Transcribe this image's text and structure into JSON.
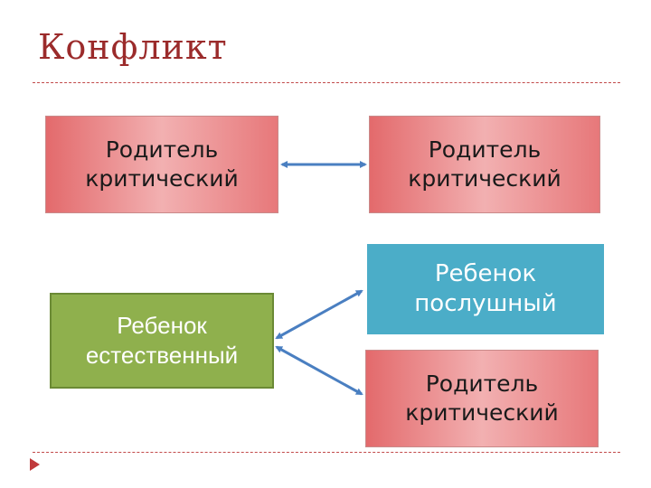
{
  "title": "Конфликт",
  "nodes": {
    "parent_critical_left": "Родитель критический",
    "parent_critical_right_top": "Родитель критический",
    "child_natural": "Ребенок естественный",
    "child_obedient": "Ребенок послушный",
    "parent_critical_right_bottom": "Родитель критический"
  },
  "colors": {
    "title": "#9b2b2b",
    "parent_box": "#e36a6c",
    "child_natural_box": "#8fb04d",
    "child_obedient_box": "#4badc8",
    "arrow": "#4a7fc1"
  },
  "icons": {
    "bullet": "triangle-bullet-icon"
  }
}
